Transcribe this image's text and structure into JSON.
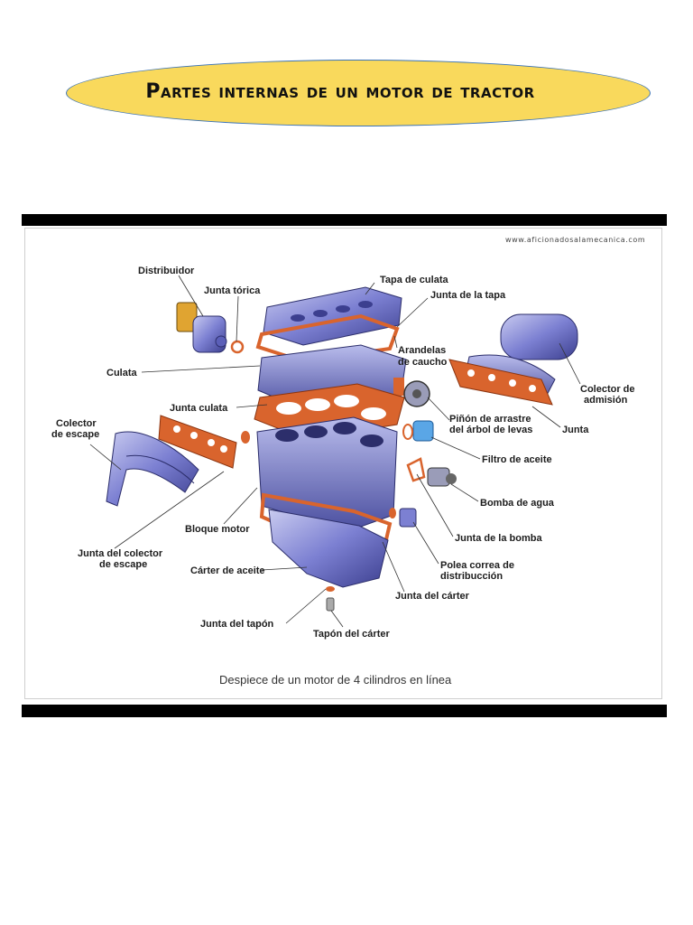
{
  "header": {
    "title": "Partes internas de un motor de tractor"
  },
  "diagram": {
    "watermark": "www.aficionadosalamecanica.com",
    "caption": "Despiece de un motor de 4 cilindros en línea",
    "labels": {
      "distribuidor": "Distribuidor",
      "junta_torica": "Junta tórica",
      "tapa_culata": "Tapa de culata",
      "junta_tapa": "Junta de la tapa",
      "arandelas_1": "Arandelas",
      "arandelas_2": "de caucho",
      "culata": "Culata",
      "colector_admision_1": "Colector de",
      "colector_admision_2": "admisión",
      "junta_culata": "Junta culata",
      "pinon_1": "Piñón de arrastre",
      "pinon_2": "del árbol de levas",
      "junta": "Junta",
      "colector_escape_1": "Colector",
      "colector_escape_2": "de escape",
      "filtro_aceite": "Filtro de aceite",
      "bomba_agua": "Bomba de agua",
      "bloque_motor": "Bloque motor",
      "junta_bomba": "Junta de la bomba",
      "junta_colector_1": "Junta del colector",
      "junta_colector_2": "de escape",
      "polea_1": "Polea correa de",
      "polea_2": "distribucción",
      "carter_aceite": "Cárter de aceite",
      "junta_carter": "Junta del cárter",
      "junta_tapon": "Junta del tapón",
      "tapon_carter": "Tapón del cárter"
    }
  },
  "colors": {
    "title_fill": "#f9d95c",
    "title_border": "#3b73b8",
    "engine": "#6f73c9",
    "gasket": "#d9642d"
  }
}
